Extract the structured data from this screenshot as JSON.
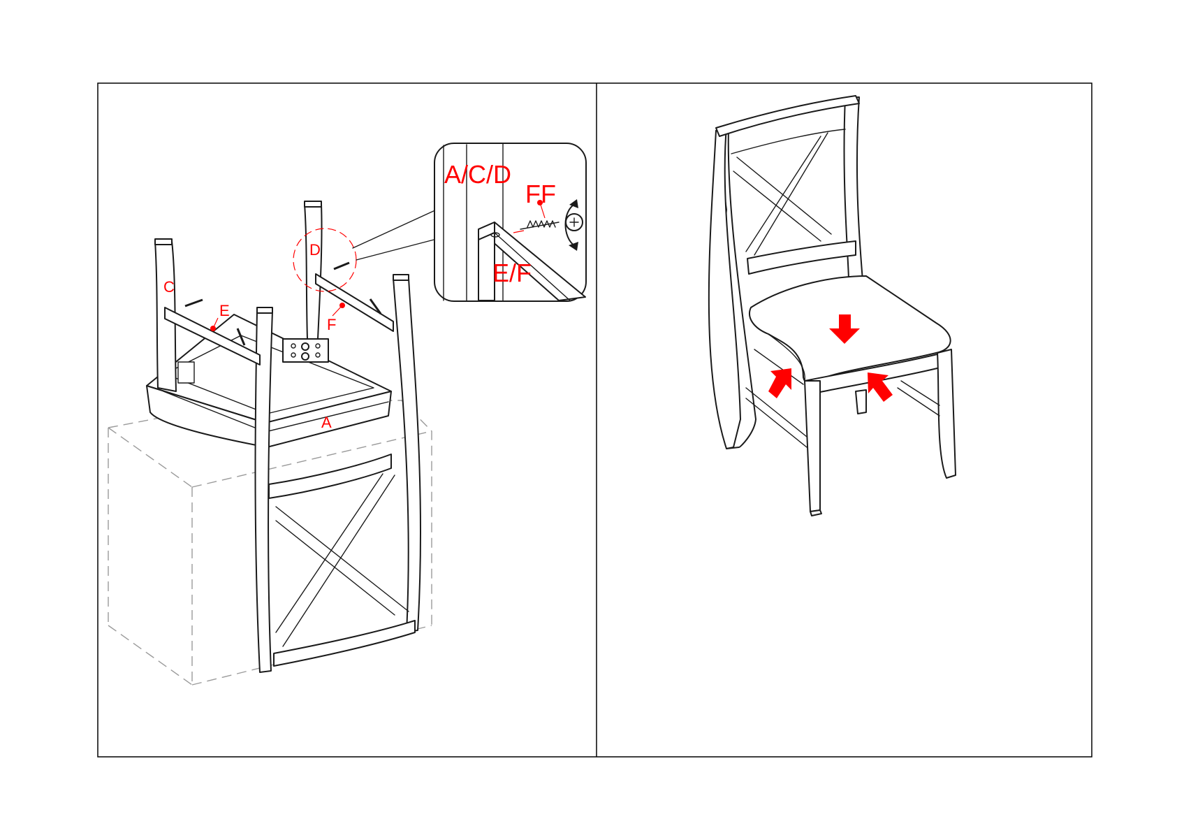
{
  "step_left": {
    "labels": {
      "a": "A",
      "c": "C",
      "d": "D",
      "e": "E",
      "f": "F"
    },
    "detail": {
      "parts_top": "A/C/D",
      "screw": "FF",
      "rail": "E/F"
    }
  },
  "step_right": {
    "arrows": [
      "press-down-arrow",
      "push-in-arrow-left",
      "push-in-arrow-right"
    ],
    "arrow_color": "#ff0000"
  },
  "colors": {
    "label": "#ff0000",
    "line": "#1a1a1a",
    "frame": "#000000"
  }
}
